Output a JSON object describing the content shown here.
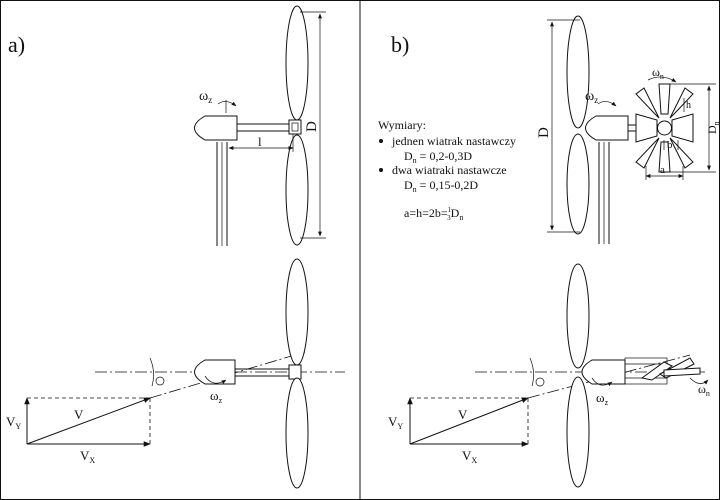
{
  "panels": {
    "a": {
      "label": "a)"
    },
    "b": {
      "label": "b)"
    }
  },
  "symbols": {
    "omega_z": "ω",
    "omega_z_sub": "z",
    "omega_n": "ω",
    "omega_n_sub": "n",
    "diameter": "D",
    "length": "l",
    "dn": "D",
    "dn_sub": "n",
    "dim_a": "a",
    "dim_b": "b",
    "dim_h": "h",
    "velocity": "V",
    "vy": "V",
    "vy_sub": "Y",
    "vx": "V",
    "vx_sub": "X",
    "angle_mark": "Θ"
  },
  "dimensions_note": {
    "heading": "Wymiary:",
    "item1": "jednen wiatrak nastawczy",
    "item1_formula_prefix": "D",
    "item1_formula_sub": "n",
    "item1_formula_rest": " = 0,2-0,3D",
    "item2": "dwa wiatraki nastawcze",
    "item2_formula_prefix": "D",
    "item2_formula_sub": "n",
    "item2_formula_rest": " = 0,15-0,2D",
    "relation": "a=h=2b=",
    "relation_frac_num": "1",
    "relation_frac_den": "3",
    "relation_tail": "D",
    "relation_tail_sub": "n"
  }
}
